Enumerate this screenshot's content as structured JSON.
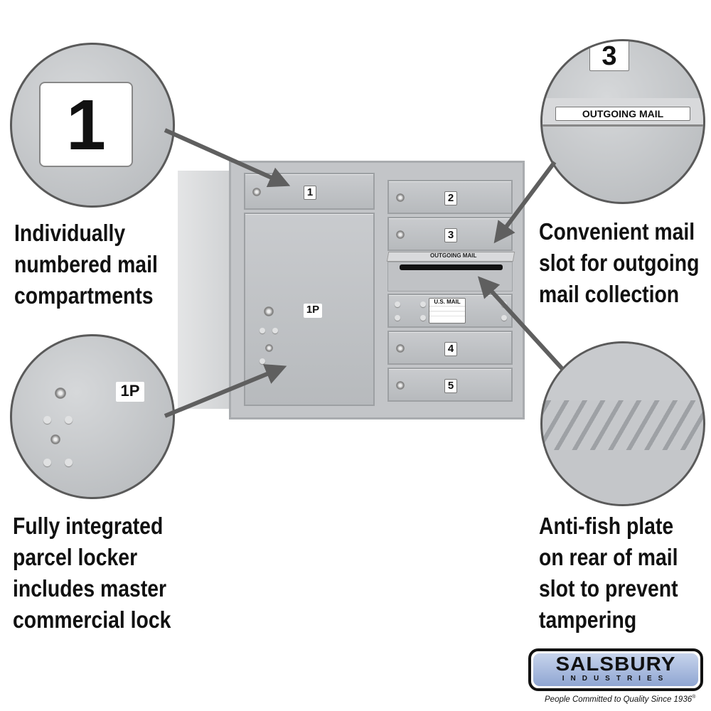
{
  "callouts": {
    "numbered": {
      "text": [
        "Individually",
        "numbered mail",
        "compartments"
      ],
      "zoom_number": "1"
    },
    "parcel": {
      "text": [
        "Fully integrated",
        "parcel locker",
        "includes master",
        "commercial lock"
      ],
      "zoom_tag": "1P"
    },
    "outgoing": {
      "text": [
        "Convenient mail",
        "slot for outgoing",
        "mail collection"
      ],
      "zoom_number": "3",
      "zoom_label": "OUTGOING MAIL"
    },
    "antifish": {
      "text": [
        "Anti-fish plate",
        "on rear of mail",
        "slot to prevent",
        "tampering"
      ]
    }
  },
  "mailbox": {
    "doors": [
      "1",
      "2",
      "3",
      "4",
      "5"
    ],
    "parcel": "1P",
    "slot_label": "OUTGOING MAIL",
    "usmail_label": "U.S. MAIL"
  },
  "logo": {
    "name": "SALSBURY",
    "sub": "INDUSTRIES",
    "tagline": "People Committed to Quality Since 1936",
    "reg": "®"
  },
  "colors": {
    "metal": "#c3c5c8",
    "arrow": "#5f5f5f",
    "logo_blue": "#a9bde0"
  }
}
